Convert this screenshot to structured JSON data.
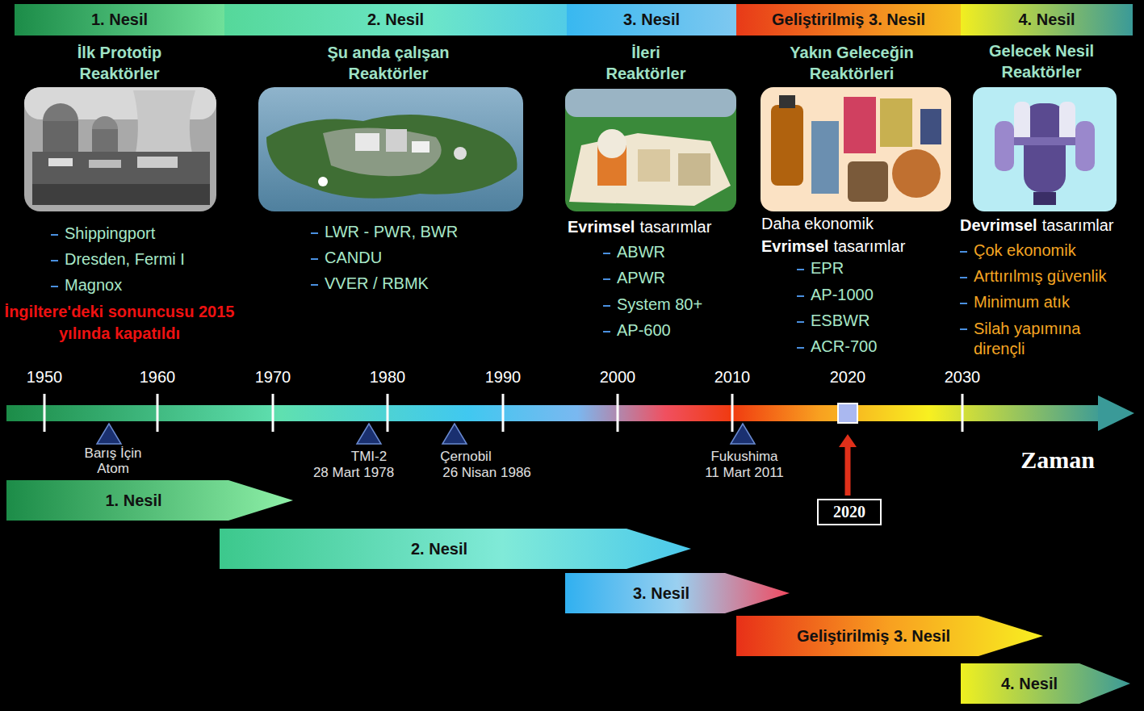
{
  "diagram": {
    "nodes": [
      {
        "text": [
          "1. Nesil"
        ]
      },
      {
        "text": [
          "2. Nesil"
        ]
      },
      {
        "text": [
          "3. Nesil"
        ]
      },
      {
        "text": [
          "Geliştirilmiş 3. Nesil"
        ]
      },
      {
        "text": [
          "4. Nesil"
        ]
      },
      {
        "text": [
          "2020"
        ]
      },
      {
        "text": [
          "1. Nesil"
        ]
      },
      {
        "text": [
          "2. Nesil"
        ]
      },
      {
        "text": [
          "3. Nesil"
        ]
      },
      {
        "text": [
          "Geliştirilmiş 3. Nesil"
        ]
      },
      {
        "text": [
          "4. Nesil"
        ]
      }
    ],
    "labels": [
      "İlk Prototip Reaktörler",
      "Shippingport",
      "Dresden, Fermi I",
      "Magnox",
      "İngiltere'deki sonuncusu 2015 yılında kapatıldı",
      "Şu anda çalışan Reaktörler",
      "LWR - PWR, BWR",
      "CANDU",
      "VVER / RBMK",
      "İleri Reaktörler",
      "Evrimsel",
      "tasarımlar",
      "ABWR",
      "APWR",
      "System 80+",
      "AP-600",
      "Yakın Geleceğin Reaktörleri",
      "Daha ekonomik",
      "Evrimsel",
      "tasarımlar",
      "EPR",
      "AP-1000",
      "ESBWR",
      "ACR-700",
      "Gelecek Nesil Reaktörler",
      "Devrimsel",
      "tasarımlar",
      "Çok ekonomik",
      "Arttırılmış güvenlik",
      "Minimum atık",
      "Silah yapımına dirençli",
      "1950",
      "1960",
      "1970",
      "1980",
      "1990",
      "2000",
      "2010",
      "2020",
      "2030",
      "Barış İçin Atom",
      "TMI-2",
      "28 Mart 1978",
      "Çernobil",
      "26 Nisan 1986",
      "Fukushima",
      "11 Mart 2011",
      "Zaman"
    ]
  }
}
